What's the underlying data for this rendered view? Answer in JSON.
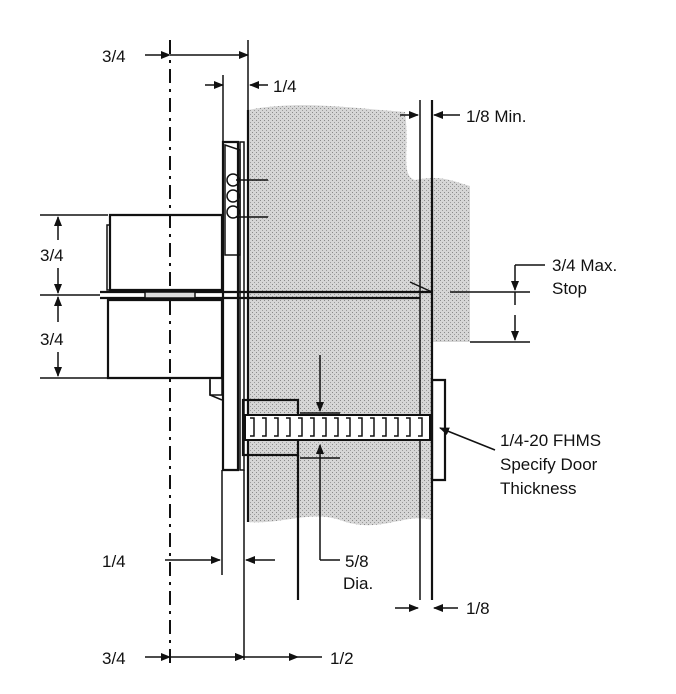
{
  "labels": {
    "top_left": "3/4",
    "top_quarter": "1/4",
    "top_right": "1/8 Min.",
    "left_upper": "3/4",
    "left_lower": "3/4",
    "stop_line1": "3/4 Max.",
    "stop_line2": "Stop",
    "screw_line1": "1/4-20 FHMS",
    "screw_line2": "Specify Door",
    "screw_line3": "Thickness",
    "bottom_quarter": "1/4",
    "dia_line1": "5/8",
    "dia_line2": "Dia.",
    "bottom_eighth": "1/8",
    "bottom_left": "3/4",
    "bottom_half": "1/2"
  },
  "colors": {
    "ink": "#111111",
    "door_fill": "#c9c9c9",
    "paper": "#ffffff"
  }
}
